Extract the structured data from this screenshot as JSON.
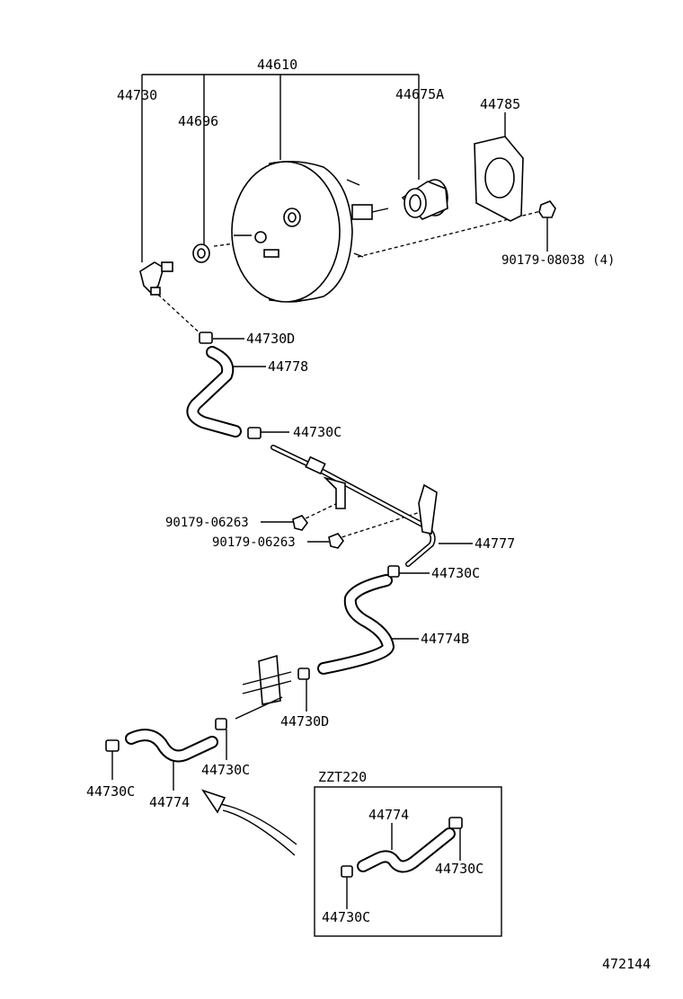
{
  "labels": {
    "booster_assy": "44610",
    "check_valve": "44730",
    "grommet": "44696",
    "boot": "44675A",
    "gasket": "44785",
    "booster_nut": "90179-08038 (4)",
    "clamp_d_upper": "44730D",
    "hose_upper": "44778",
    "clamp_c_1": "44730C",
    "bolt_1": "90179-06263",
    "bolt_2": "90179-06263",
    "pipe": "44777",
    "clamp_c_2": "44730C",
    "hose_b": "44774B",
    "clamp_d_lower": "44730D",
    "clamp_c_3": "44730C",
    "clamp_c_4": "44730C",
    "hose_lower": "44774"
  },
  "inset": {
    "title": "ZZT220",
    "hose": "44774",
    "clamp_right": "44730C",
    "clamp_left": "44730C"
  },
  "figure_number": "472144"
}
